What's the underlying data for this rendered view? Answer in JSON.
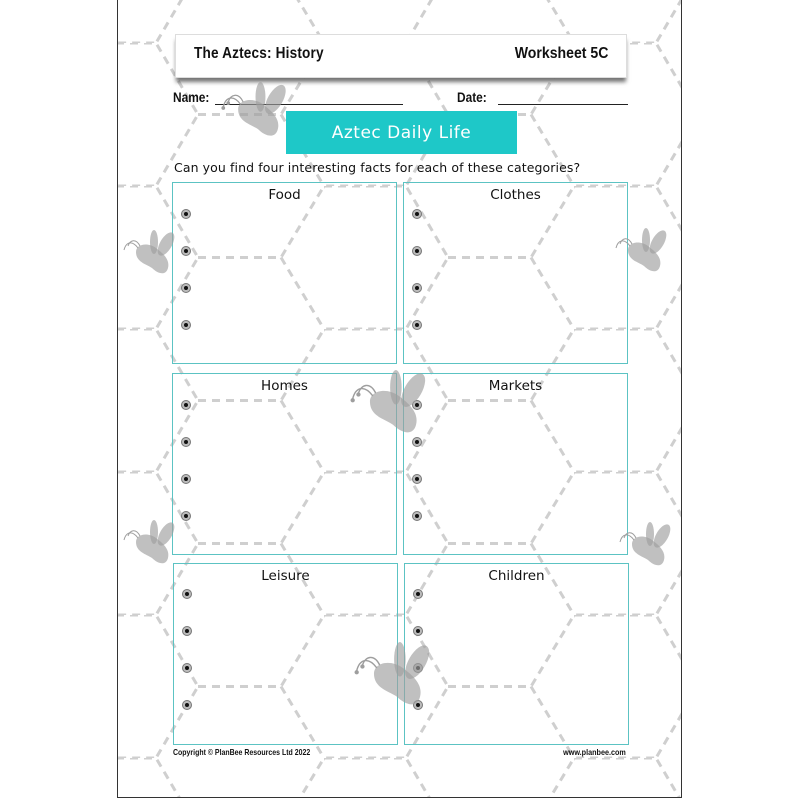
{
  "header": {
    "subject": "The Aztecs: History",
    "worksheet": "Worksheet 5C"
  },
  "fields": {
    "name_label": "Name:",
    "date_label": "Date:"
  },
  "banner": {
    "title": "Aztec Daily Life",
    "color": "#1ec8c8"
  },
  "instruction": "Can you find four interesting facts for each of these categories?",
  "categories": [
    {
      "title": "Food",
      "bullets": 4
    },
    {
      "title": "Clothes",
      "bullets": 4
    },
    {
      "title": "Homes",
      "bullets": 4
    },
    {
      "title": "Markets",
      "bullets": 4
    },
    {
      "title": "Leisure",
      "bullets": 4
    },
    {
      "title": "Children",
      "bullets": 4
    }
  ],
  "footer": {
    "copyright": "Copyright © PlanBee Resources Ltd 2022",
    "website": "www.planbee.com"
  },
  "colors": {
    "box_border": "#5cc3c3",
    "hex_grid": "#cfcfcf",
    "bee": "#bdbdbd"
  }
}
